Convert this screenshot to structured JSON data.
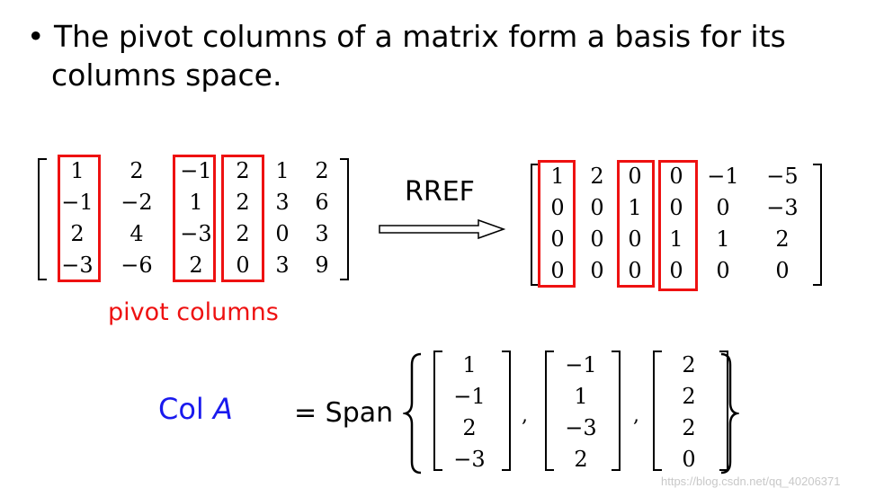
{
  "slide": {
    "bullet_symbol": "•",
    "bullet_line1": "The pivot columns of a matrix form a basis for its",
    "bullet_line2": "columns space."
  },
  "matrix_a": {
    "rows": [
      [
        "1",
        "2",
        "−1",
        "2",
        "1",
        "2"
      ],
      [
        "−1",
        "−2",
        "1",
        "2",
        "3",
        "6"
      ],
      [
        "2",
        "4",
        "−3",
        "2",
        "0",
        "3"
      ],
      [
        "−3",
        "−6",
        "2",
        "0",
        "3",
        "9"
      ]
    ],
    "pivot_column_indices": [
      0,
      2,
      3
    ]
  },
  "rref_label": "RREF",
  "matrix_r": {
    "rows": [
      [
        "1",
        "2",
        "0",
        "0",
        "−1",
        "−5"
      ],
      [
        "0",
        "0",
        "1",
        "0",
        "0",
        "−3"
      ],
      [
        "0",
        "0",
        "0",
        "1",
        "1",
        "2"
      ],
      [
        "0",
        "0",
        "0",
        "0",
        "0",
        "0"
      ]
    ],
    "pivot_column_indices": [
      0,
      2,
      3
    ]
  },
  "pivot_label": "pivot columns",
  "col_label": "Col",
  "col_var": "A",
  "equals_span": "= Span",
  "span_vectors": [
    [
      "1",
      "−1",
      "2",
      "−3"
    ],
    [
      "−1",
      "1",
      "−3",
      "2"
    ],
    [
      "2",
      "2",
      "2",
      "0"
    ]
  ],
  "comma": ",",
  "watermark": "https://blog.csdn.net/qq_40206371",
  "colors": {
    "pivot_box": "#ee1111",
    "pivot_label": "#ee1111",
    "col_label": "#1a1aee",
    "watermark": "#c8c8c8"
  }
}
